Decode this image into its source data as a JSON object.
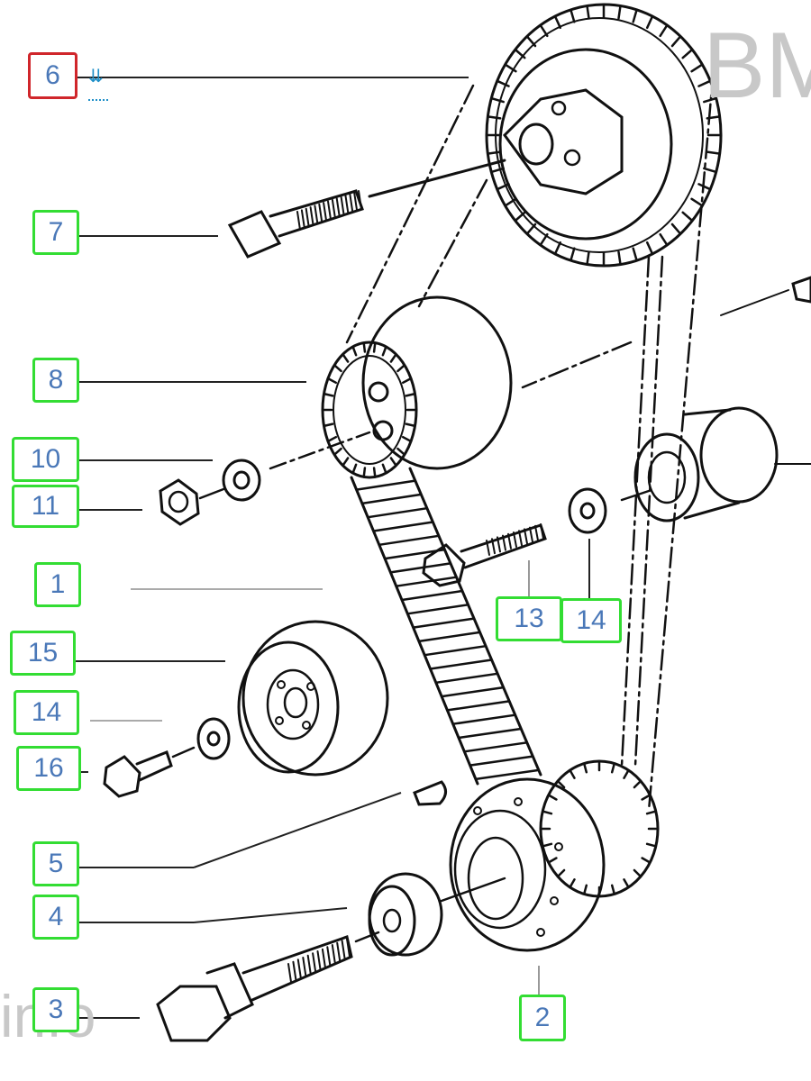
{
  "watermark": {
    "top_text": "BM",
    "bottom_text": "info",
    "color": "#c8c8c8"
  },
  "colors": {
    "selected": "#d0262b",
    "default": "#33dd33",
    "label_text": "#4a78b8",
    "hint": "#1e8fc8",
    "line": "#111111"
  },
  "scroll_hint": {
    "icon": "double-arrow-down-icon",
    "glyph": "⇊"
  },
  "callouts": [
    {
      "id": "6",
      "label": "6",
      "selected": true
    },
    {
      "id": "7",
      "label": "7",
      "selected": false
    },
    {
      "id": "8",
      "label": "8",
      "selected": false
    },
    {
      "id": "10",
      "label": "10",
      "selected": false
    },
    {
      "id": "11",
      "label": "11",
      "selected": false
    },
    {
      "id": "1",
      "label": "1",
      "selected": false
    },
    {
      "id": "15",
      "label": "15",
      "selected": false
    },
    {
      "id": "14a",
      "label": "14",
      "selected": false
    },
    {
      "id": "16",
      "label": "16",
      "selected": false
    },
    {
      "id": "5",
      "label": "5",
      "selected": false
    },
    {
      "id": "4",
      "label": "4",
      "selected": false
    },
    {
      "id": "3",
      "label": "3",
      "selected": false
    },
    {
      "id": "13",
      "label": "13",
      "selected": false
    },
    {
      "id": "14b",
      "label": "14",
      "selected": false
    },
    {
      "id": "2",
      "label": "2",
      "selected": false
    }
  ]
}
